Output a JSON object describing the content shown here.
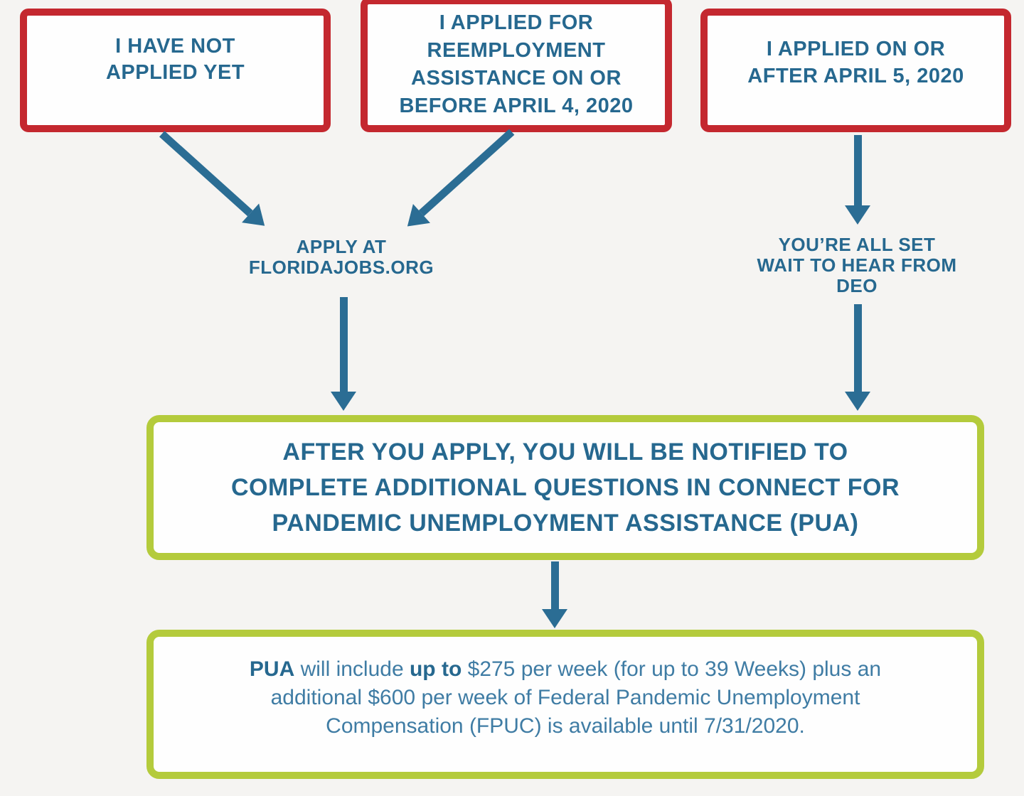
{
  "palette": {
    "page-bg": "#f5f4f2",
    "box-fill": "#fefefe",
    "red-border": "#c4282f",
    "green-border": "#b4cb3c",
    "heading-blue": "#26688f",
    "body-blue": "#3f7ca4",
    "arrow-blue": "#2b6d94"
  },
  "boxes": {
    "not_applied": {
      "line1": "I HAVE NOT",
      "line2": "APPLIED YET"
    },
    "applied_before": {
      "line1": "I APPLIED FOR",
      "line2": "REEMPLOYMENT",
      "line3": "ASSISTANCE ON OR",
      "line4": "BEFORE APRIL 4, 2020"
    },
    "applied_after": {
      "line1": "I APPLIED ON OR",
      "line2": "AFTER APRIL 5, 2020"
    }
  },
  "labels": {
    "apply_at": {
      "line1": "APPLY AT",
      "line2": "FLORIDAJOBS.ORG"
    },
    "all_set": {
      "line1": "YOU’RE ALL SET",
      "line2": "WAIT TO HEAR FROM",
      "line3": "DEO"
    }
  },
  "notify_box": {
    "line1": "AFTER YOU APPLY, YOU WILL BE NOTIFIED TO",
    "line2": "COMPLETE ADDITIONAL QUESTIONS IN CONNECT FOR",
    "line3": "PANDEMIC UNEMPLOYMENT ASSISTANCE (PUA)"
  },
  "pua_box": {
    "line1_segments": [
      {
        "text": "PUA",
        "bold": true
      },
      {
        "text": " will include ",
        "bold": false
      },
      {
        "text": "up to",
        "bold": true
      },
      {
        "text": " $275 per week (for up to 39 Weeks) plus an",
        "bold": false
      }
    ],
    "line2": "additional $600 per week of Federal Pandemic Unemployment",
    "line3": "Compensation (FPUC) is available until 7/31/2020."
  }
}
